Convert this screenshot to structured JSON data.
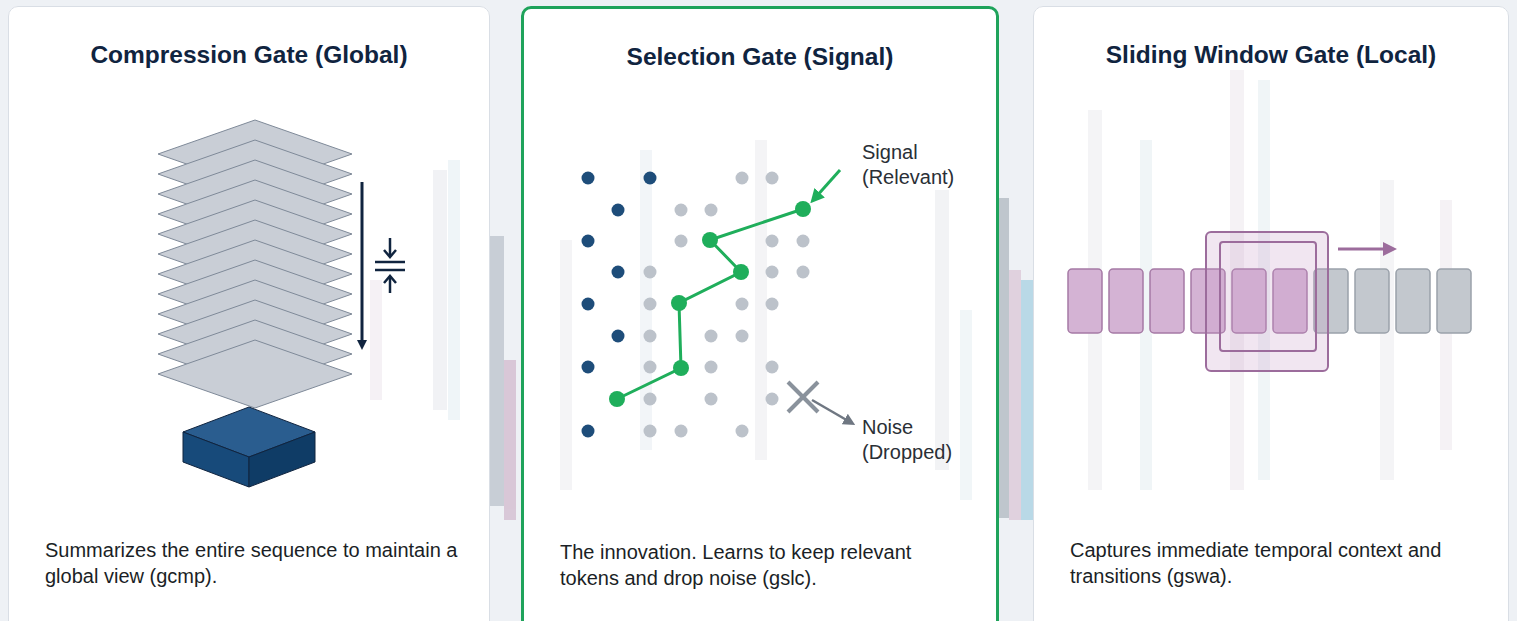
{
  "diagram": {
    "nodes": [
      {
        "text": [
          "Compression Gate (Global)",
          "Summarizes the entire sequence to maintain a global view (gcmp)."
        ]
      },
      {
        "text": [
          "Selection Gate (Signal)",
          "The innovation. Learns to keep relevant tokens and drop noise (gslc)."
        ]
      },
      {
        "text": [
          "Sliding Window Gate (Local)",
          "Captures immediate temporal context and transitions (gswa)."
        ]
      }
    ],
    "labels": [
      "Signal (Relevant)",
      "Noise (Dropped)"
    ]
  }
}
